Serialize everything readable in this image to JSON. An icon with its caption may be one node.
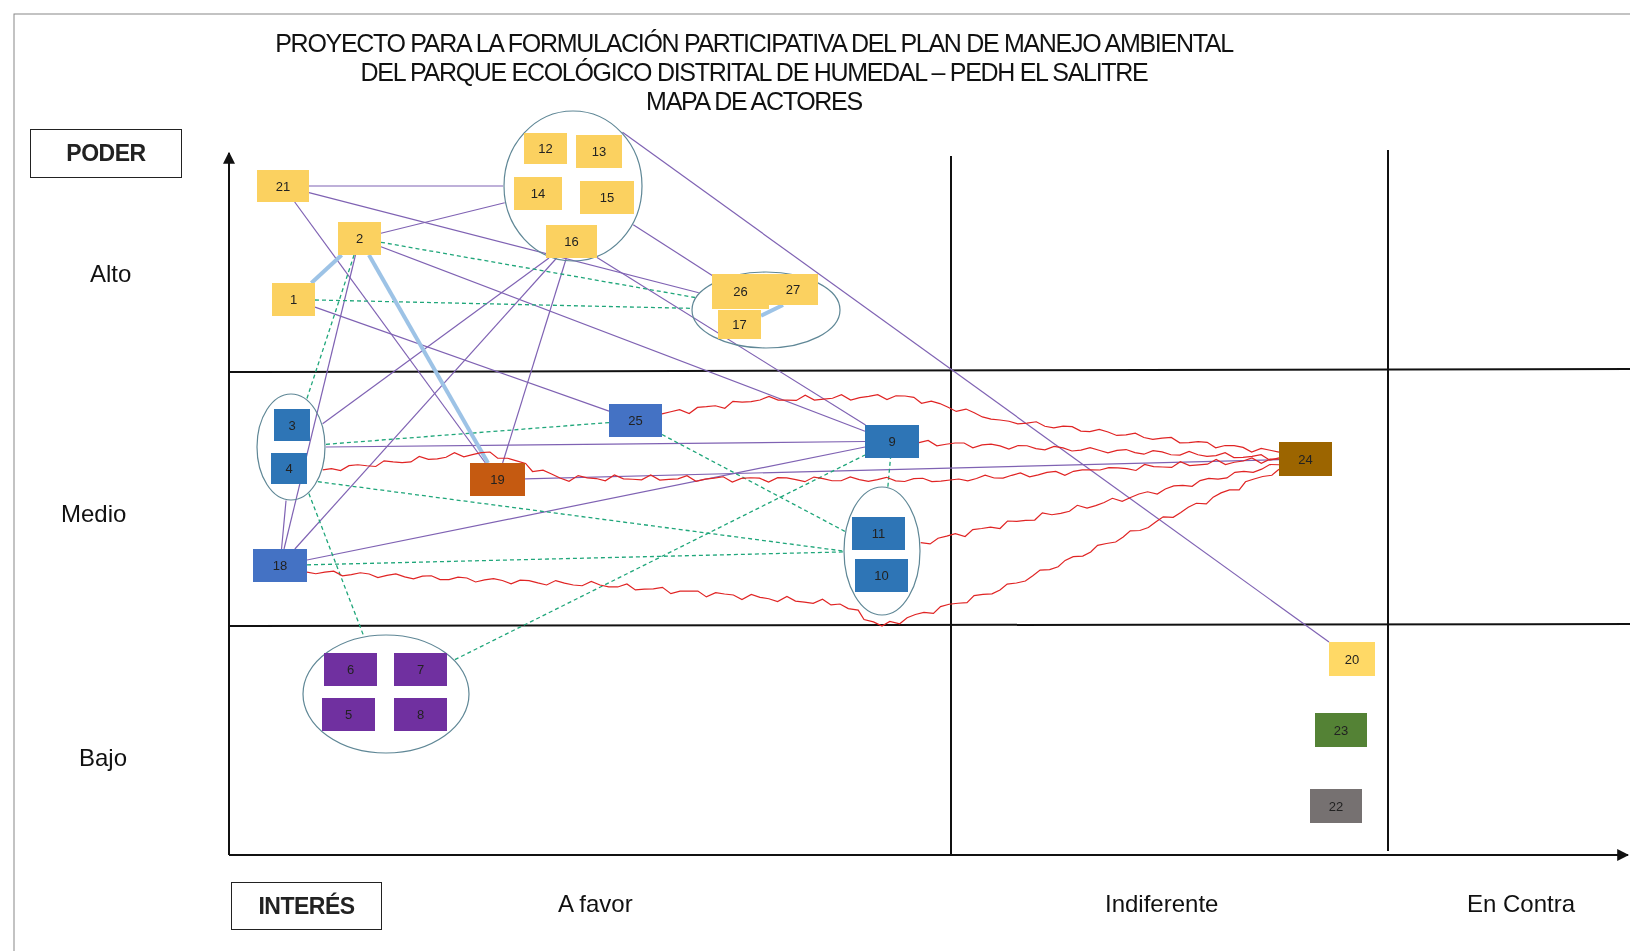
{
  "diagram": {
    "title": "PROYECTO PARA LA FORMULACIÓN PARTICIPATIVA DEL PLAN DE MANEJO AMBIENTAL DEL PARQUE ECOLÓGICO DISTRITAL DE HUMEDAL – PEDH EL SALITRE",
    "nodes": [
      {
        "text": [
          "PODER"
        ]
      },
      {
        "text": [
          "21"
        ]
      },
      {
        "text": [],
        "shape": "ellipse"
      },
      {
        "text": [
          "12"
        ],
        "in": 2
      },
      {
        "text": [
          "13"
        ],
        "in": 2
      },
      {
        "text": [
          "14"
        ],
        "in": 2
      },
      {
        "text": [
          "15"
        ],
        "in": 2
      },
      {
        "text": [
          "16"
        ],
        "in": 2
      },
      {
        "text": [
          "2"
        ]
      },
      {
        "text": [
          "1"
        ]
      },
      {
        "text": [],
        "shape": "ellipse"
      },
      {
        "text": [
          "26"
        ],
        "in": 10
      },
      {
        "text": [
          "27"
        ],
        "in": 10
      },
      {
        "text": [
          "17"
        ],
        "in": 10
      },
      {
        "text": [],
        "shape": "ellipse"
      },
      {
        "text": [
          "3"
        ],
        "in": 14
      },
      {
        "text": [
          "4"
        ],
        "in": 14
      },
      {
        "text": [
          "25"
        ]
      },
      {
        "text": [
          "9"
        ]
      },
      {
        "text": [
          "19"
        ]
      },
      {
        "text": [
          "24"
        ]
      },
      {
        "text": [],
        "shape": "ellipse"
      },
      {
        "text": [
          "11"
        ],
        "in": 21
      },
      {
        "text": [
          "10"
        ],
        "in": 21
      },
      {
        "text": [
          "18"
        ]
      },
      {
        "text": [],
        "shape": "ellipse"
      },
      {
        "text": [
          "6"
        ],
        "in": 25
      },
      {
        "text": [
          "7"
        ],
        "in": 25
      },
      {
        "text": [
          "5"
        ],
        "in": 25
      },
      {
        "text": [
          "8"
        ],
        "in": 25
      },
      {
        "text": [
          "20"
        ]
      },
      {
        "text": [
          "23"
        ]
      },
      {
        "text": [
          "22"
        ]
      },
      {
        "text": [
          "INTERÉS"
        ]
      }
    ],
    "edges": [
      {
        "from": 1,
        "to": 2,
        "arrow": "none"
      },
      {
        "from": 1,
        "to": 10,
        "arrow": "none"
      },
      {
        "from": 1,
        "to": 19,
        "arrow": "none"
      },
      {
        "from": 8,
        "to": 2,
        "arrow": "none"
      },
      {
        "from": 8,
        "to": 18,
        "arrow": "none"
      },
      {
        "from": 8,
        "to": 24,
        "arrow": "none"
      },
      {
        "from": 9,
        "to": 17,
        "arrow": "none"
      },
      {
        "from": 7,
        "to": 19,
        "arrow": "none"
      },
      {
        "from": 7,
        "to": 14,
        "arrow": "none"
      },
      {
        "from": 7,
        "to": 24,
        "arrow": "none"
      },
      {
        "from": 7,
        "to": 18,
        "arrow": "none"
      },
      {
        "from": 2,
        "to": 30,
        "arrow": "none"
      },
      {
        "from": 2,
        "to": 10,
        "arrow": "none"
      },
      {
        "from": 14,
        "to": 18,
        "arrow": "none"
      },
      {
        "from": 14,
        "to": 24,
        "arrow": "none"
      },
      {
        "from": 24,
        "to": 18,
        "arrow": "none"
      },
      {
        "from": 19,
        "to": 20,
        "arrow": "none"
      },
      {
        "from": 8,
        "to": 10,
        "arrow": "none",
        "style": "dashed",
        "color": "#1fa67a"
      },
      {
        "from": 9,
        "to": 10,
        "arrow": "none",
        "style": "dashed",
        "color": "#1fa67a"
      },
      {
        "from": 8,
        "to": 14,
        "arrow": "none",
        "style": "dashed",
        "color": "#1fa67a"
      },
      {
        "from": 14,
        "to": 17,
        "arrow": "none",
        "style": "dashed",
        "color": "#1fa67a"
      },
      {
        "from": 14,
        "to": 21,
        "arrow": "none",
        "style": "dashed",
        "color": "#1fa67a"
      },
      {
        "from": 24,
        "to": 21,
        "arrow": "none",
        "style": "dashed",
        "color": "#1fa67a"
      },
      {
        "from": 14,
        "to": 25,
        "arrow": "none",
        "style": "dashed",
        "color": "#1fa67a"
      },
      {
        "from": 25,
        "to": 18,
        "arrow": "none",
        "style": "dashed",
        "color": "#1fa67a"
      },
      {
        "from": 17,
        "to": 21,
        "arrow": "none",
        "style": "dashed",
        "color": "#1fa67a"
      },
      {
        "from": 21,
        "to": 18,
        "arrow": "none",
        "style": "dashed",
        "color": "#1fa67a"
      },
      {
        "from": 9,
        "to": 8,
        "arrow": "none",
        "style": "thick",
        "color": "#9dc3e6"
      },
      {
        "from": 8,
        "to": 19,
        "arrow": "none",
        "style": "thick",
        "color": "#9dc3e6"
      },
      {
        "from": 13,
        "to": 12,
        "arrow": "none",
        "style": "thick",
        "color": "#9dc3e6"
      },
      {
        "from": 17,
        "to": 20,
        "arrow": "none",
        "color": "#e02424"
      },
      {
        "from": 18,
        "to": 20,
        "arrow": "none",
        "color": "#e02424"
      },
      {
        "from": 14,
        "to": 20,
        "arrow": "none",
        "color": "#e02424"
      },
      {
        "from": 21,
        "to": 20,
        "arrow": "none",
        "color": "#e02424"
      },
      {
        "from": 24,
        "to": 20,
        "arrow": "none",
        "color": "#e02424"
      }
    ],
    "labels": [
      "MAPA DE ACTORES",
      "Alto",
      "Medio",
      "Bajo",
      "A favor",
      "Indiferente",
      "En Contra"
    ]
  }
}
